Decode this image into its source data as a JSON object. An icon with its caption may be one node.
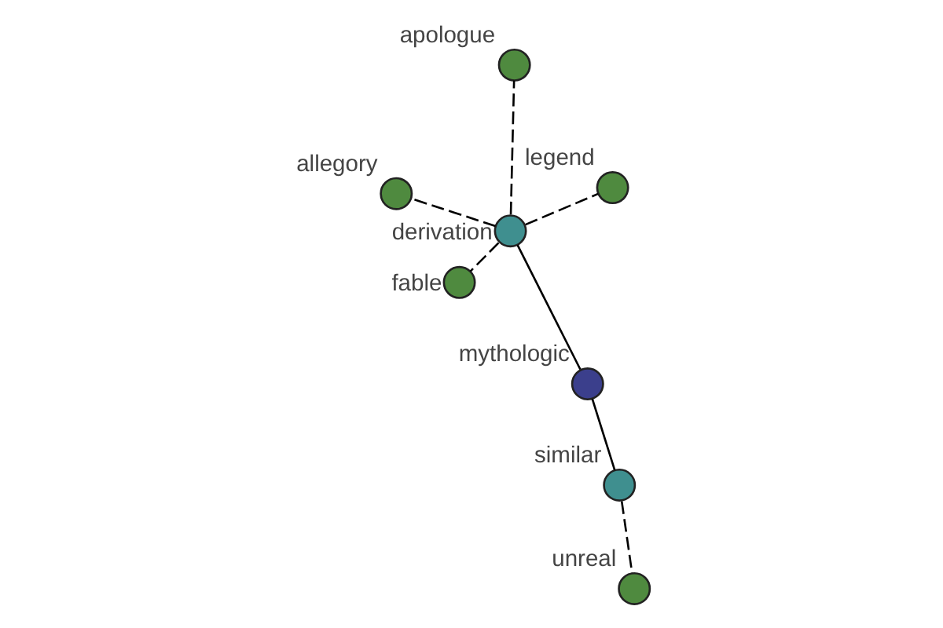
{
  "diagram": {
    "nodes": [
      {
        "text": [
          "allegory"
        ]
      },
      {
        "text": [
          "legend"
        ]
      },
      {
        "text": [
          "unreal"
        ]
      },
      {
        "text": [
          "derivation"
        ]
      },
      {
        "text": [
          "similar"
        ]
      },
      {
        "text": [
          "apologue"
        ]
      },
      {
        "text": [
          "fable"
        ]
      },
      {
        "text": [
          "mythologic"
        ]
      }
    ],
    "edges": [
      {
        "from": 3,
        "to": 0,
        "arrow": "none",
        "style": "dashed"
      },
      {
        "from": 3,
        "to": 1,
        "arrow": "none",
        "style": "dashed"
      },
      {
        "from": 3,
        "to": 5,
        "arrow": "none",
        "style": "dashed"
      },
      {
        "from": 3,
        "to": 6,
        "arrow": "none",
        "style": "dashed"
      },
      {
        "from": 3,
        "to": 7,
        "arrow": "none"
      },
      {
        "from": 7,
        "to": 4,
        "arrow": "none"
      },
      {
        "from": 4,
        "to": 2,
        "arrow": "none",
        "style": "dashed"
      }
    ]
  }
}
